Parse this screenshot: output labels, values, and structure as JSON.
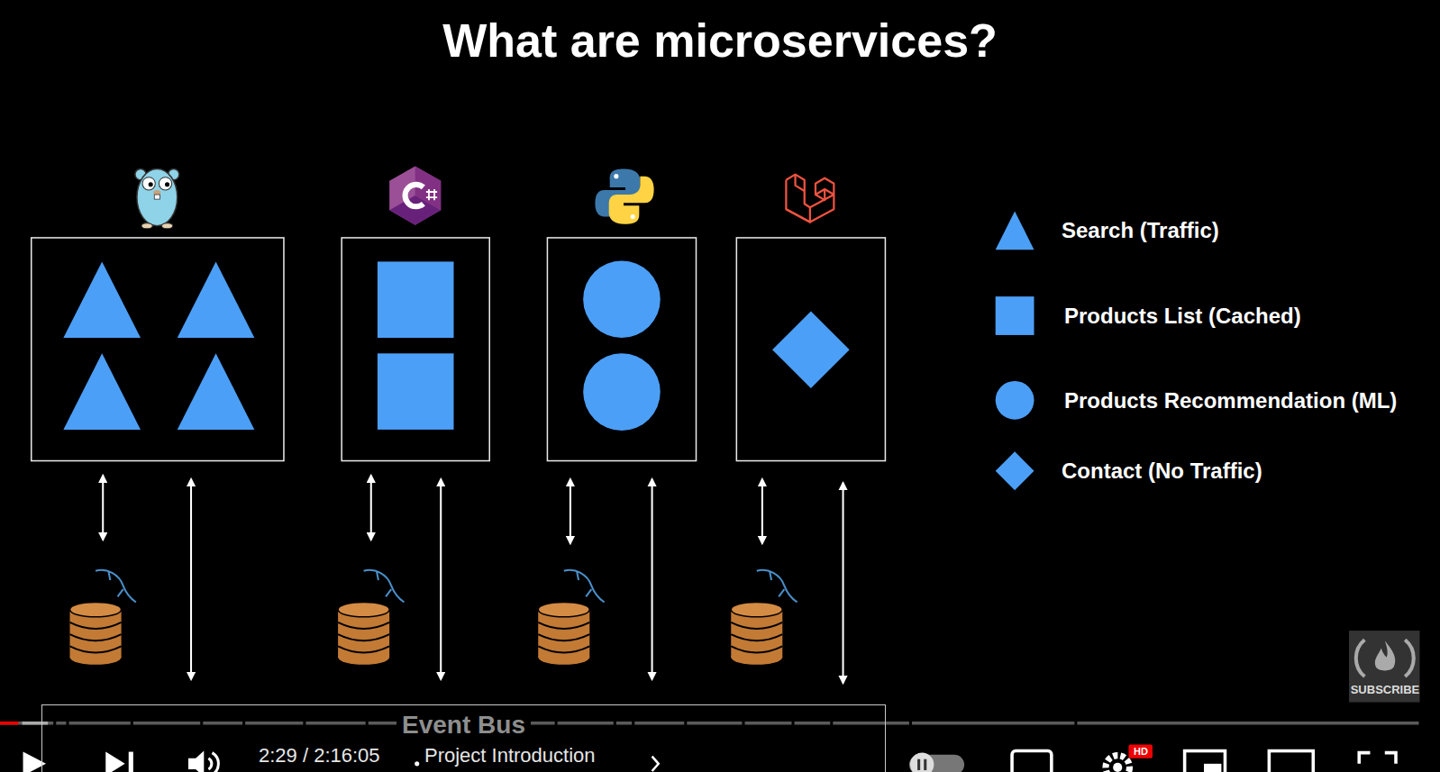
{
  "diagram": {
    "title": "What are microservices?",
    "nodes": [
      {
        "text": [
          "Event Bus"
        ]
      }
    ],
    "labels": [
      "2:29 / 2:16:05",
      "Project Introduction",
      "SUBSCRIBE",
      "HD"
    ],
    "legend": [
      {
        "text": "Search (Traffic)"
      },
      {
        "text": "Products List (Cached)"
      },
      {
        "text": "Products Recommendation (ML)"
      },
      {
        "text": "Contact (No Traffic)"
      }
    ]
  }
}
